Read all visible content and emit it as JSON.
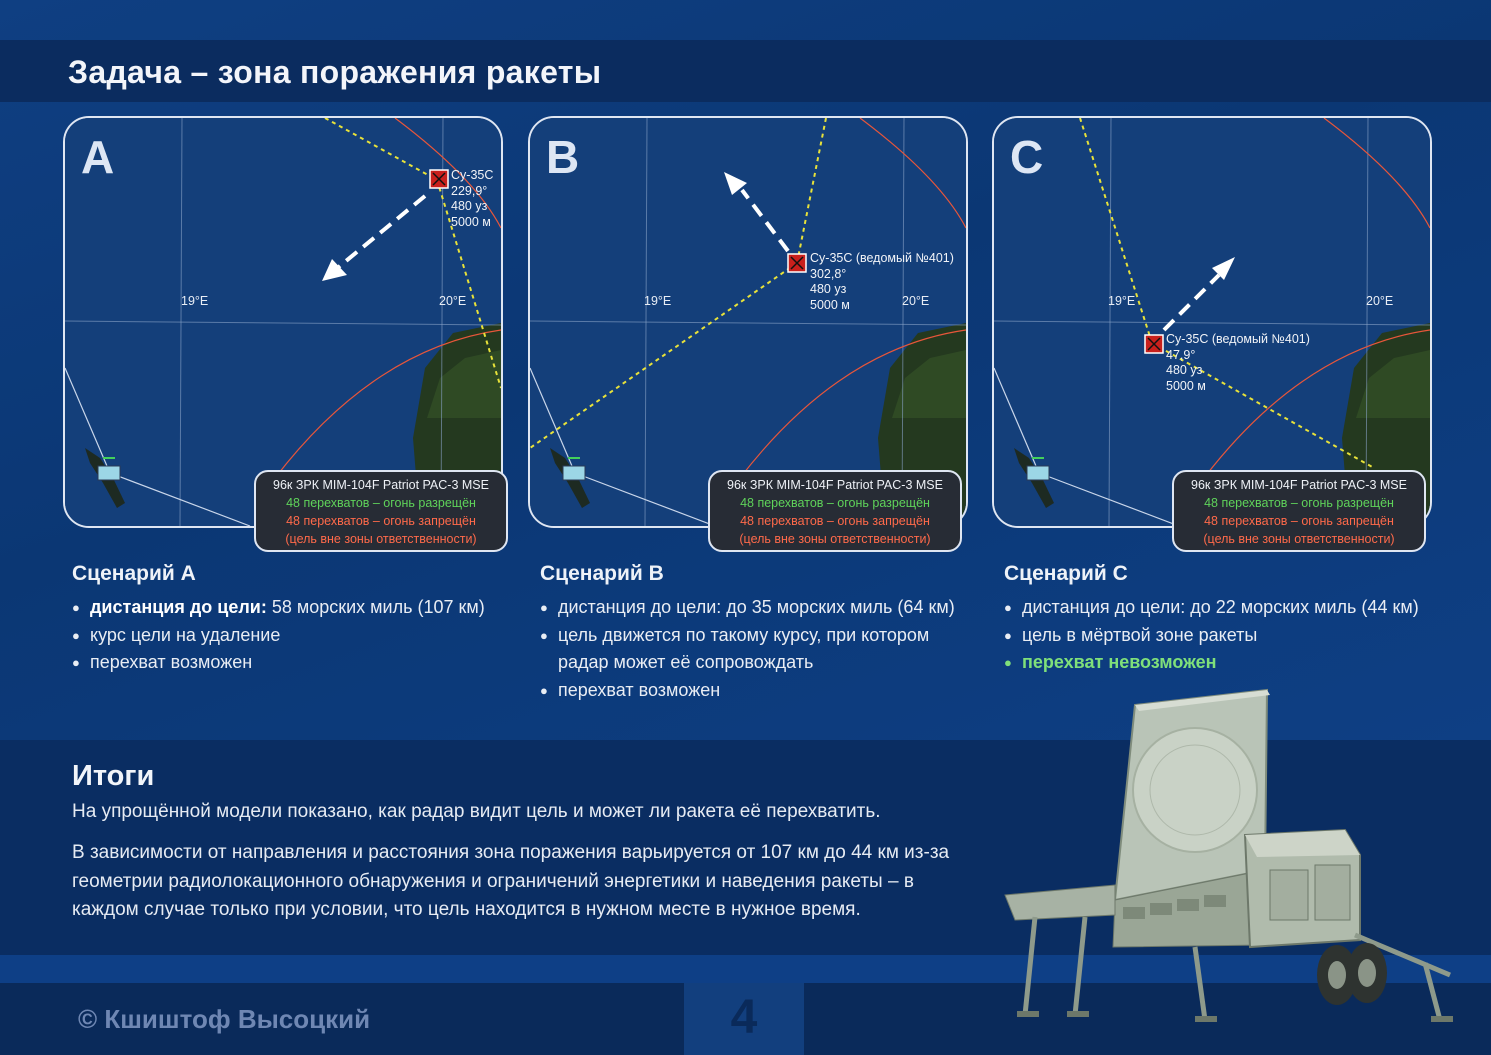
{
  "title": "Задача – зона поражения ракеты",
  "map_labels": {
    "lon19": "19°E",
    "lon20": "20°E"
  },
  "infobox": {
    "line1": "96к ЗРК MIM-104F Patriot PAC-3 MSE",
    "line2": "48 перехватов – огонь разрещён",
    "line3": "48 перехватов – огонь запрещён",
    "line4": "(цель вне зоны ответственности)"
  },
  "panels": [
    {
      "letter": "A",
      "target": {
        "name": "Су-35С",
        "heading": "229,9°",
        "speed": "480 уз",
        "alt": "5000 м"
      }
    },
    {
      "letter": "B",
      "target": {
        "name": "Су-35С (ведомый №401)",
        "heading": "302,8°",
        "speed": "480 уз",
        "alt": "5000 м"
      }
    },
    {
      "letter": "C",
      "target": {
        "name": "Су-35С (ведомый №401)",
        "heading": "47,9°",
        "speed": "480 уз",
        "alt": "5000 м"
      }
    }
  ],
  "scenarios": [
    {
      "title": "Сценарий A",
      "items": [
        {
          "bold": "дистанция до цели:",
          "text": " 58 морских миль (107 км)"
        },
        {
          "bold": "",
          "text": "курс цели на удаление"
        },
        {
          "bold": "",
          "text": "перехват возможен"
        }
      ]
    },
    {
      "title": "Сценарий B",
      "items": [
        {
          "bold": "",
          "text": "дистанция до цели: до 35 морских миль (64 км)"
        },
        {
          "bold": "",
          "text": "цель движется по такому курсу, при котором радар может её сопровождать"
        },
        {
          "bold": "",
          "text": "перехват возможен"
        }
      ]
    },
    {
      "title": "Сценарий C",
      "items": [
        {
          "bold": "",
          "text": "дистанция до цели: до 22 морских миль (44 км)"
        },
        {
          "bold": "",
          "text": "цель в мёртвой зоне ракеты"
        },
        {
          "bold": "",
          "text": "перехват невозможен",
          "green": true
        }
      ]
    }
  ],
  "results": {
    "title": "Итоги",
    "p1": "На упрощённой модели показано, как радар видит цель и может ли ракета её перехватить.",
    "p2": "В зависимости от направления и расстояния зона поражения варьируется от 107 км до 44 км из-за геометрии радиолокационного обнаружения и ограничений энергетики и наведения ракеты – в каждом случае только при условии, что цель находится в нужном месте в нужное время."
  },
  "footer": {
    "copyright": "© Кшиштоф Высоцкий",
    "page": "4"
  },
  "colors": {
    "background": "#0d3a78",
    "bar": "#0b2c5f",
    "green": "#7fe07a",
    "red": "#ff6a4a",
    "yellow": "#e8e23a"
  }
}
